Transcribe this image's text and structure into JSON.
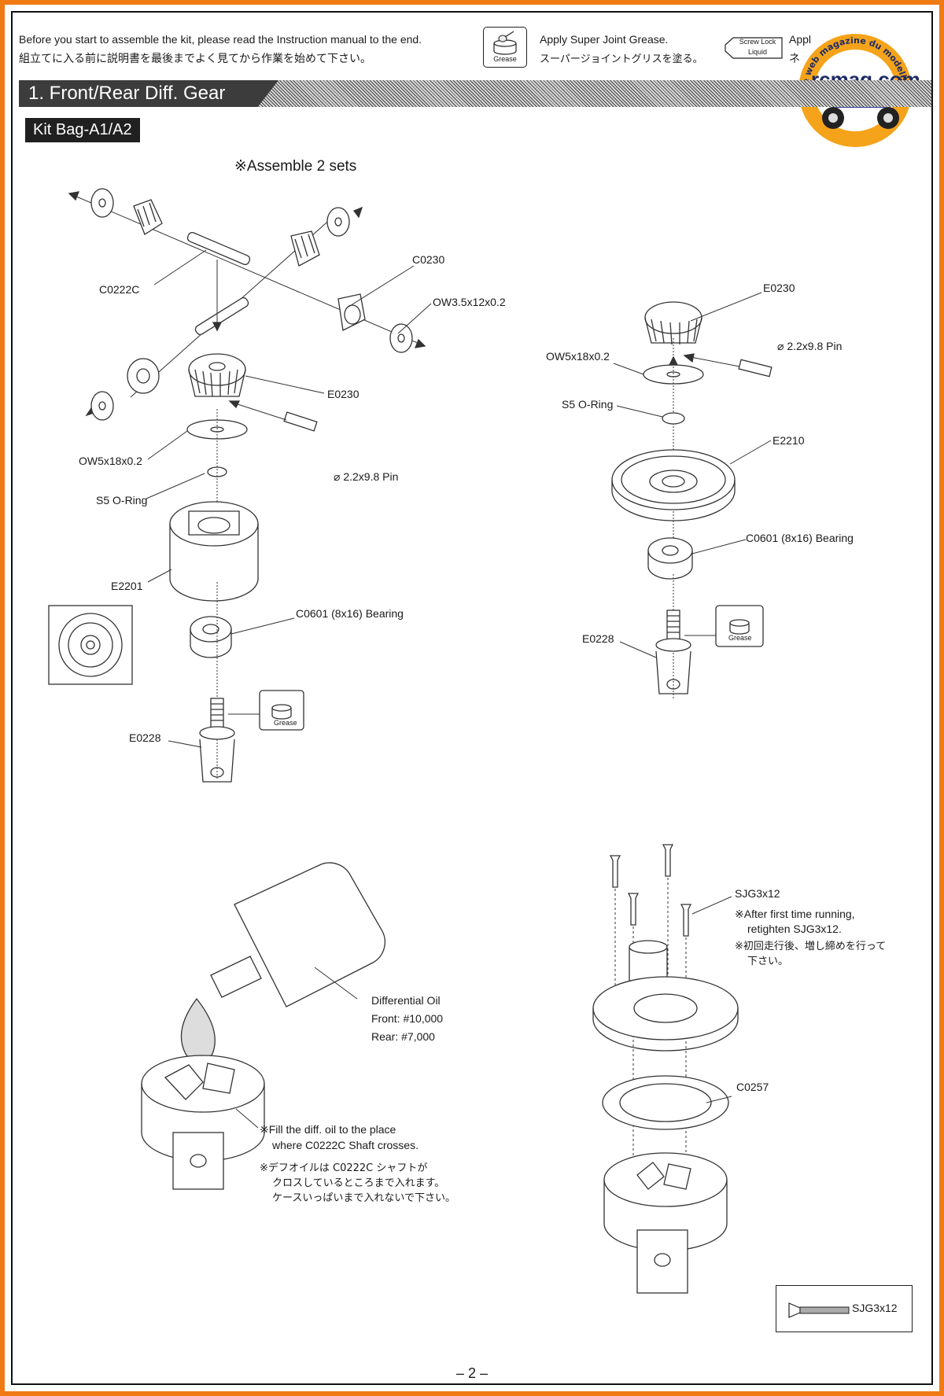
{
  "header": {
    "instruction_en": "Before you start to assemble the kit, please read the Instruction manual to the end.",
    "instruction_jp": "組立てに入る前に説明書を最後までよく見てから作業を始めて下さい。",
    "grease_label": "Grease",
    "grease_text_en": "Apply Super Joint Grease.",
    "grease_text_jp": "スーパージョイントグリスを塗る。",
    "screwlock_label_1": "Screw Lock",
    "screwlock_label_2": "Liquid",
    "apply_partial_1": "Appl",
    "apply_partial_2": "ネ"
  },
  "logo": {
    "site": "rcmag.com",
    "arc_text": "Le web magazine du modelisme",
    "colors": {
      "ring": "#f4a31a",
      "brand": "#1e2b66"
    }
  },
  "section": {
    "title": "1. Front/Rear Diff. Gear",
    "kit_bag": "Kit Bag-A1/A2",
    "note": "※Assemble 2 sets"
  },
  "left_parts": {
    "c0222c": "C0222C",
    "c0230": "C0230",
    "ow35": "OW3.5x12x0.2",
    "e0230": "E0230",
    "ow5": "OW5x18x0.2",
    "pin": "⌀ 2.2x9.8 Pin",
    "oring": "S5 O-Ring",
    "e2201": "E2201",
    "bearing": "C0601 (8x16) Bearing",
    "e0228": "E0228",
    "grease": "Grease"
  },
  "right_parts": {
    "e0230": "E0230",
    "pin": "⌀ 2.2x9.8 Pin",
    "ow5": "OW5x18x0.2",
    "oring": "S5 O-Ring",
    "e2210": "E2210",
    "bearing": "C0601 (8x16) Bearing",
    "e0228": "E0228",
    "grease": "Grease"
  },
  "oil": {
    "title": "Differential Oil",
    "front": "Front: #10,000",
    "rear": "Rear:  #7,000",
    "fill_en_1": "※Fill the diff. oil to the place",
    "fill_en_2": "where C0222C Shaft crosses.",
    "fill_jp_1": "※デフオイルは C0222C シャフトが",
    "fill_jp_2": "クロスしているところまで入れます。",
    "fill_jp_3": "ケースいっぱいまで入れないで下さい。"
  },
  "screw_step": {
    "sjg": "SJG3x12",
    "note_en_1": "※After first time running,",
    "note_en_2": "retighten SJG3x12.",
    "note_jp_1": "※初回走行後、増し締めを行って",
    "note_jp_2": "下さい。",
    "c0257": "C0257",
    "box_label": "SJG3x12"
  },
  "footer": {
    "page": "– 2 –"
  }
}
